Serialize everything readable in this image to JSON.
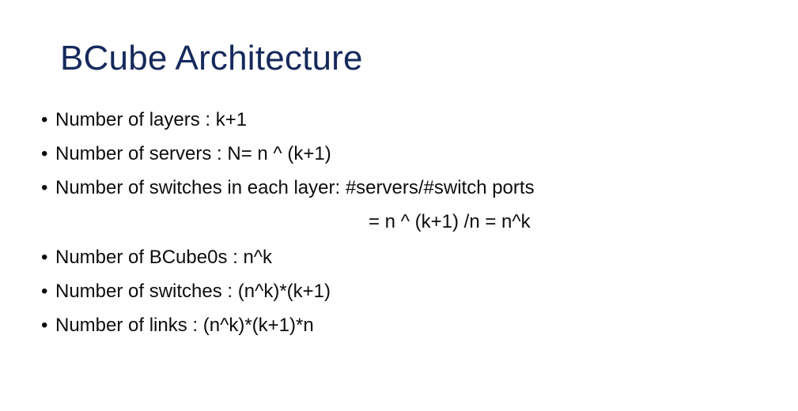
{
  "slide": {
    "title": "BCube Architecture",
    "title_color": "#16295c",
    "body_color": "#0d0d0d",
    "background_color": "#ffffff",
    "bullet_glyph": "•",
    "content": [
      {
        "kind": "bullet",
        "text": "Number of layers : k+1"
      },
      {
        "kind": "bullet",
        "text": "Number of servers : N= n ^ (k+1)"
      },
      {
        "kind": "bullet",
        "text": "Number of switches in each layer: #servers/#switch ports"
      },
      {
        "kind": "formula",
        "text": "= n ^ (k+1) /n = n^k"
      },
      {
        "kind": "bullet",
        "text": "Number of BCube0s : n^k"
      },
      {
        "kind": "bullet",
        "text": "Number of switches : (n^k)*(k+1)"
      },
      {
        "kind": "bullet",
        "text": "Number of links : (n^k)*(k+1)*n"
      }
    ]
  }
}
